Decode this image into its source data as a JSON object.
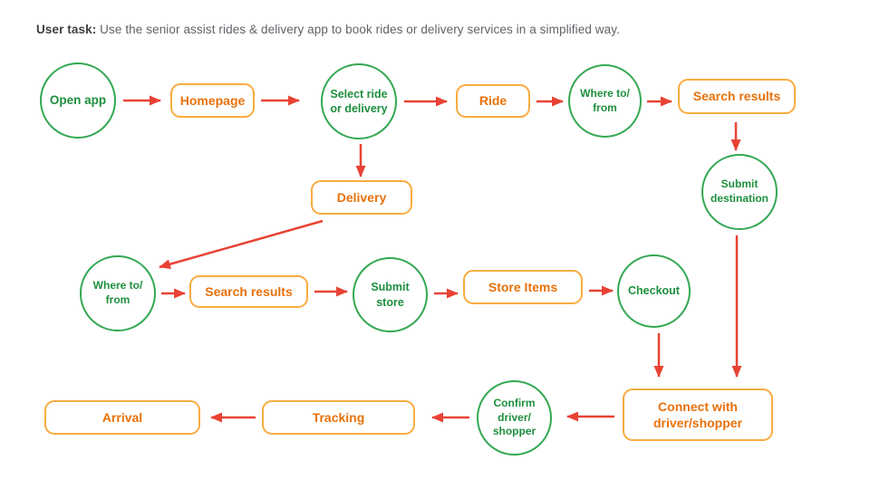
{
  "header": {
    "label": "User task:",
    "description": "Use the senior assist rides & delivery app to book rides or delivery services in a simplified way."
  },
  "colors": {
    "background": "#ffffff",
    "circle_stroke": "#34a853",
    "circle_text": "#1e8e3e",
    "rect_stroke": "#f9ab40",
    "rect_text": "#e8710a",
    "arrow": "#e94235",
    "header_label_text": "#3c4043",
    "header_body_text": "#5f6368"
  },
  "nodes": {
    "open_app": {
      "label": "Open app",
      "shape": "circle"
    },
    "homepage": {
      "label": "Homepage",
      "shape": "rounded-rect"
    },
    "select_ride_or_delivery": {
      "label": "Select ride or delivery",
      "shape": "circle"
    },
    "ride": {
      "label": "Ride",
      "shape": "rounded-rect"
    },
    "where_to_from_ride": {
      "label": "Where to/ from",
      "shape": "circle"
    },
    "search_results_ride": {
      "label": "Search results",
      "shape": "rounded-rect"
    },
    "submit_destination": {
      "label": "Submit destination",
      "shape": "circle"
    },
    "delivery": {
      "label": "Delivery",
      "shape": "rounded-rect"
    },
    "where_to_from_delivery": {
      "label": "Where to/ from",
      "shape": "circle"
    },
    "search_results_delivery": {
      "label": "Search results",
      "shape": "rounded-rect"
    },
    "submit_store": {
      "label": "Submit store",
      "shape": "circle"
    },
    "store_items": {
      "label": "Store Items",
      "shape": "rounded-rect"
    },
    "checkout": {
      "label": "Checkout",
      "shape": "circle"
    },
    "connect_with_driver_shopper": {
      "label": "Connect with driver/shopper",
      "shape": "rounded-rect"
    },
    "confirm_driver_shopper": {
      "label": "Confirm driver/ shopper",
      "shape": "circle"
    },
    "tracking": {
      "label": "Tracking",
      "shape": "rounded-rect"
    },
    "arrival": {
      "label": "Arrival",
      "shape": "rounded-rect"
    }
  },
  "edges": [
    {
      "from": "Open app",
      "to": "Homepage"
    },
    {
      "from": "Homepage",
      "to": "Select ride or delivery"
    },
    {
      "from": "Select ride or delivery",
      "to": "Ride"
    },
    {
      "from": "Ride",
      "to": "Where to/ from (ride)"
    },
    {
      "from": "Where to/ from (ride)",
      "to": "Search results (ride)"
    },
    {
      "from": "Search results (ride)",
      "to": "Submit destination"
    },
    {
      "from": "Select ride or delivery",
      "to": "Delivery"
    },
    {
      "from": "Delivery",
      "to": "Where to/ from (delivery)"
    },
    {
      "from": "Where to/ from (delivery)",
      "to": "Search results (delivery)"
    },
    {
      "from": "Search results (delivery)",
      "to": "Submit store"
    },
    {
      "from": "Submit store",
      "to": "Store Items"
    },
    {
      "from": "Store Items",
      "to": "Checkout"
    },
    {
      "from": "Checkout",
      "to": "Connect with driver/shopper"
    },
    {
      "from": "Submit destination",
      "to": "Connect with driver/shopper"
    },
    {
      "from": "Connect with driver/shopper",
      "to": "Confirm driver/ shopper"
    },
    {
      "from": "Confirm driver/ shopper",
      "to": "Tracking"
    },
    {
      "from": "Tracking",
      "to": "Arrival"
    }
  ]
}
